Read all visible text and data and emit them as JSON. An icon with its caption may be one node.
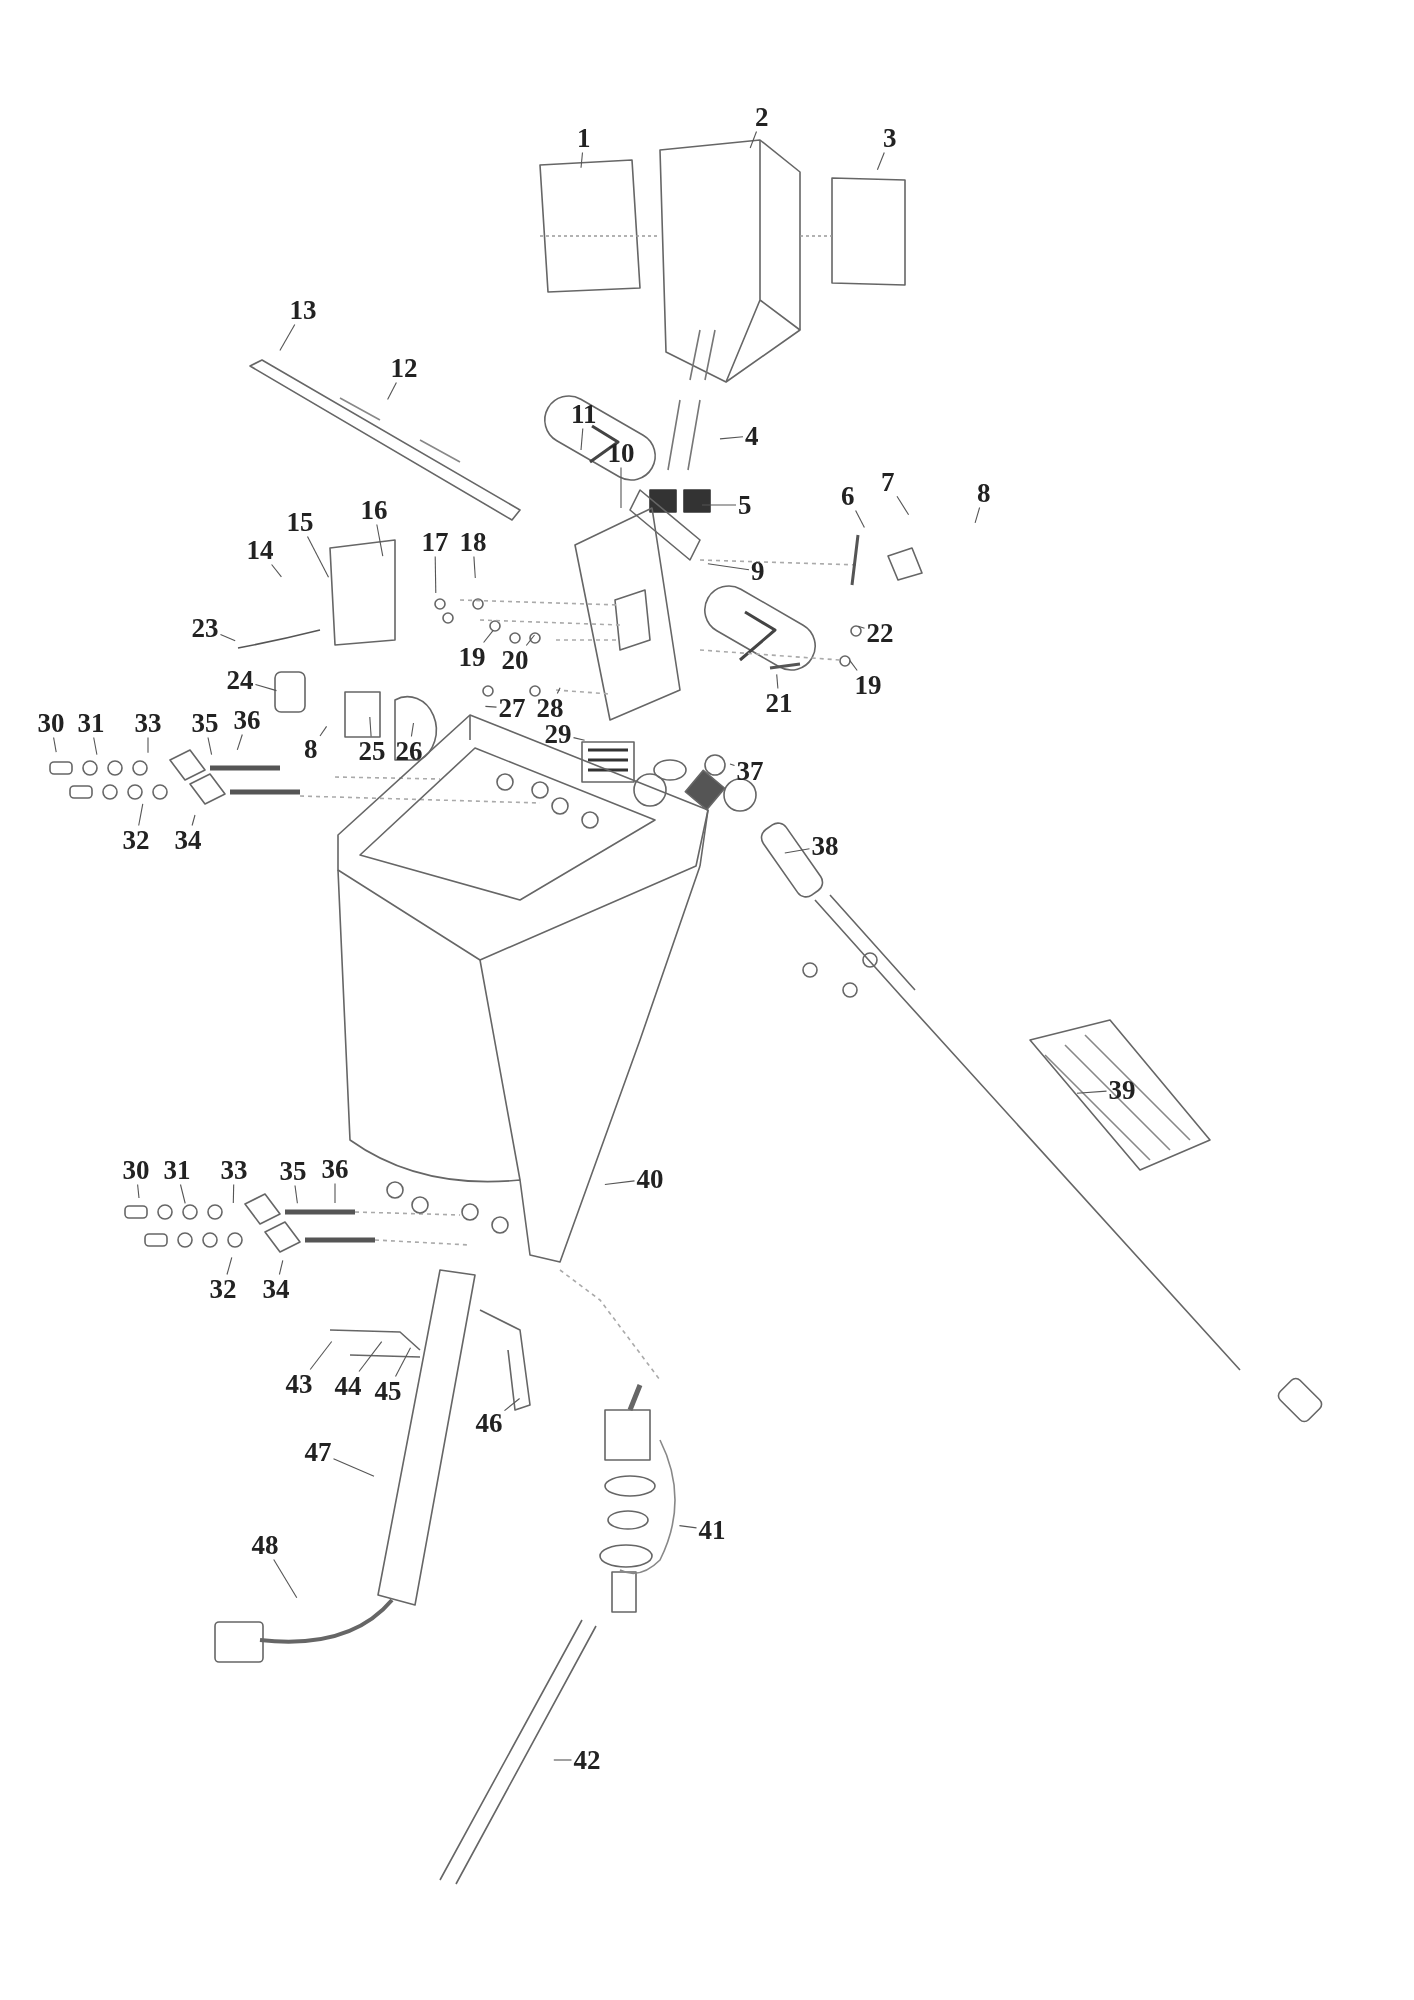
{
  "diagram": {
    "nodes": [
      {
        "text": [
          "1"
        ]
      },
      {
        "text": [
          "2"
        ]
      },
      {
        "text": [
          "3"
        ]
      },
      {
        "text": [
          "13"
        ]
      },
      {
        "text": [
          "12"
        ]
      },
      {
        "text": [
          "11"
        ]
      },
      {
        "text": [
          "10"
        ]
      },
      {
        "text": [
          "4"
        ]
      },
      {
        "text": [
          "5"
        ]
      },
      {
        "text": [
          "7"
        ]
      },
      {
        "text": [
          "6"
        ]
      },
      {
        "text": [
          "8"
        ]
      },
      {
        "text": [
          "16"
        ]
      },
      {
        "text": [
          "15"
        ]
      },
      {
        "text": [
          "14"
        ]
      },
      {
        "text": [
          "17"
        ]
      },
      {
        "text": [
          "18"
        ]
      },
      {
        "text": [
          "9"
        ]
      },
      {
        "text": [
          "23"
        ]
      },
      {
        "text": [
          "22"
        ]
      },
      {
        "text": [
          "19"
        ]
      },
      {
        "text": [
          "20"
        ]
      },
      {
        "text": [
          "24"
        ]
      },
      {
        "text": [
          "19"
        ]
      },
      {
        "text": [
          "21"
        ]
      },
      {
        "text": [
          "27"
        ]
      },
      {
        "text": [
          "28"
        ]
      },
      {
        "text": [
          "29"
        ]
      },
      {
        "text": [
          "30"
        ]
      },
      {
        "text": [
          "31"
        ]
      },
      {
        "text": [
          "33"
        ]
      },
      {
        "text": [
          "35"
        ]
      },
      {
        "text": [
          "36"
        ]
      },
      {
        "text": [
          "8"
        ]
      },
      {
        "text": [
          "25"
        ]
      },
      {
        "text": [
          "26"
        ]
      },
      {
        "text": [
          "37"
        ]
      },
      {
        "text": [
          "32"
        ]
      },
      {
        "text": [
          "34"
        ]
      },
      {
        "text": [
          "38"
        ]
      },
      {
        "text": [
          "39"
        ]
      },
      {
        "text": [
          "30"
        ]
      },
      {
        "text": [
          "31"
        ]
      },
      {
        "text": [
          "33"
        ]
      },
      {
        "text": [
          "35"
        ]
      },
      {
        "text": [
          "36"
        ]
      },
      {
        "text": [
          "40"
        ]
      },
      {
        "text": [
          "32"
        ]
      },
      {
        "text": [
          "34"
        ]
      },
      {
        "text": [
          "43"
        ]
      },
      {
        "text": [
          "44"
        ]
      },
      {
        "text": [
          "45"
        ]
      },
      {
        "text": [
          "46"
        ]
      },
      {
        "text": [
          "47"
        ]
      },
      {
        "text": [
          "41"
        ]
      },
      {
        "text": [
          "48"
        ]
      },
      {
        "text": [
          "42"
        ]
      }
    ],
    "edges": [
      {
        "from": 0,
        "to": null,
        "arrow": "none"
      },
      {
        "from": 1,
        "to": null,
        "arrow": "none"
      },
      {
        "from": 2,
        "to": null,
        "arrow": "none"
      },
      {
        "from": 3,
        "to": null,
        "arrow": "none"
      },
      {
        "from": 4,
        "to": null,
        "arrow": "none"
      },
      {
        "from": 5,
        "to": null,
        "arrow": "none"
      },
      {
        "from": 6,
        "to": null,
        "arrow": "none"
      },
      {
        "from": 7,
        "to": null,
        "arrow": "none"
      },
      {
        "from": 8,
        "to": null,
        "arrow": "none"
      },
      {
        "from": 9,
        "to": null,
        "arrow": "none"
      },
      {
        "from": 10,
        "to": null,
        "arrow": "none"
      },
      {
        "from": 11,
        "to": null,
        "arrow": "none"
      },
      {
        "from": 12,
        "to": null,
        "arrow": "none"
      },
      {
        "from": 13,
        "to": null,
        "arrow": "none"
      },
      {
        "from": 14,
        "to": null,
        "arrow": "none"
      },
      {
        "from": 15,
        "to": null,
        "arrow": "none"
      },
      {
        "from": 16,
        "to": null,
        "arrow": "none"
      },
      {
        "from": 17,
        "to": null,
        "arrow": "none"
      },
      {
        "from": 18,
        "to": null,
        "arrow": "none"
      },
      {
        "from": 19,
        "to": null,
        "arrow": "none"
      },
      {
        "from": 20,
        "to": null,
        "arrow": "none"
      },
      {
        "from": 21,
        "to": null,
        "arrow": "none"
      },
      {
        "from": 22,
        "to": null,
        "arrow": "none"
      },
      {
        "from": 23,
        "to": null,
        "arrow": "none"
      },
      {
        "from": 24,
        "to": null,
        "arrow": "none"
      },
      {
        "from": 25,
        "to": null,
        "arrow": "none"
      },
      {
        "from": 26,
        "to": null,
        "arrow": "none"
      },
      {
        "from": 27,
        "to": null,
        "arrow": "none"
      },
      {
        "from": 28,
        "to": null,
        "arrow": "none"
      },
      {
        "from": 29,
        "to": null,
        "arrow": "none"
      },
      {
        "from": 30,
        "to": null,
        "arrow": "none"
      },
      {
        "from": 31,
        "to": null,
        "arrow": "none"
      },
      {
        "from": 32,
        "to": null,
        "arrow": "none"
      },
      {
        "from": 33,
        "to": null,
        "arrow": "none"
      },
      {
        "from": 34,
        "to": null,
        "arrow": "none"
      },
      {
        "from": 35,
        "to": null,
        "arrow": "none"
      },
      {
        "from": 36,
        "to": null,
        "arrow": "none"
      },
      {
        "from": 37,
        "to": null,
        "arrow": "none"
      },
      {
        "from": 38,
        "to": null,
        "arrow": "none"
      },
      {
        "from": 39,
        "to": null,
        "arrow": "none"
      },
      {
        "from": 40,
        "to": null,
        "arrow": "none"
      },
      {
        "from": 41,
        "to": null,
        "arrow": "none"
      },
      {
        "from": 42,
        "to": null,
        "arrow": "none"
      },
      {
        "from": 43,
        "to": null,
        "arrow": "none"
      },
      {
        "from": 44,
        "to": null,
        "arrow": "none"
      },
      {
        "from": 45,
        "to": null,
        "arrow": "none"
      },
      {
        "from": 46,
        "to": null,
        "arrow": "none"
      },
      {
        "from": 47,
        "to": null,
        "arrow": "none"
      },
      {
        "from": 48,
        "to": null,
        "arrow": "none"
      },
      {
        "from": 49,
        "to": null,
        "arrow": "none"
      },
      {
        "from": 50,
        "to": null,
        "arrow": "none"
      },
      {
        "from": 51,
        "to": null,
        "arrow": "none"
      },
      {
        "from": 52,
        "to": null,
        "arrow": "none"
      },
      {
        "from": 53,
        "to": null,
        "arrow": "none"
      },
      {
        "from": 54,
        "to": null,
        "arrow": "none"
      },
      {
        "from": 55,
        "to": null,
        "arrow": "none"
      },
      {
        "from": 56,
        "to": null,
        "arrow": "none"
      }
    ]
  }
}
